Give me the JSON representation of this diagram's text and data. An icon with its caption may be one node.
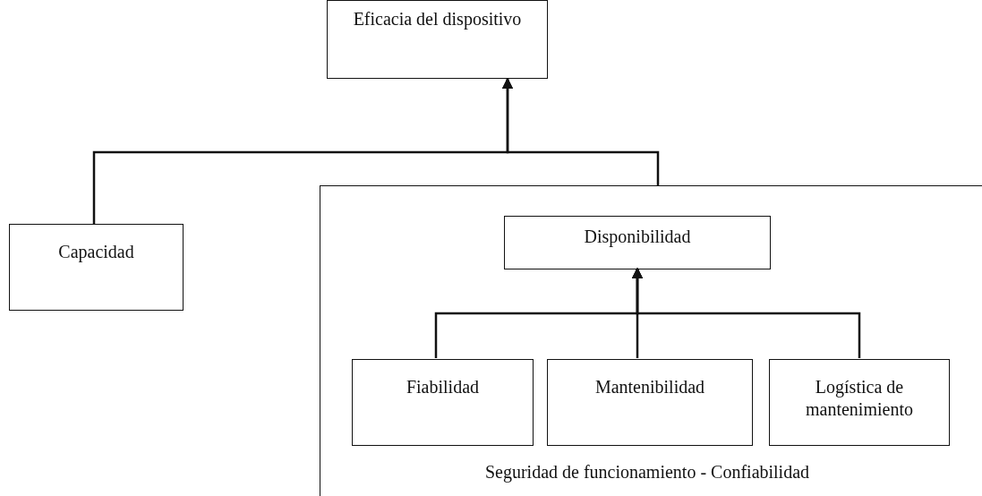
{
  "diagram": {
    "nodes": [
      {
        "text": [
          "Eficacia del dispositivo"
        ]
      },
      {
        "text": [
          "Capacidad"
        ]
      },
      {
        "text": [
          "Seguridad de funcionamiento - Confiabilidad"
        ]
      },
      {
        "text": [
          "Disponibilidad"
        ],
        "in": 2
      },
      {
        "text": [
          "Fiabilidad"
        ],
        "in": 2
      },
      {
        "text": [
          "Mantenibilidad"
        ],
        "in": 2
      },
      {
        "text": [
          "Logística de mantenimiento"
        ],
        "in": 2
      }
    ],
    "edges": [
      {
        "from": 1,
        "to": 0,
        "arrow": "to"
      },
      {
        "from": 2,
        "to": 0,
        "arrow": "to"
      },
      {
        "from": 4,
        "to": 3,
        "arrow": "to"
      },
      {
        "from": 5,
        "to": 3,
        "arrow": "to"
      },
      {
        "from": 6,
        "to": 3,
        "arrow": "to"
      }
    ]
  }
}
